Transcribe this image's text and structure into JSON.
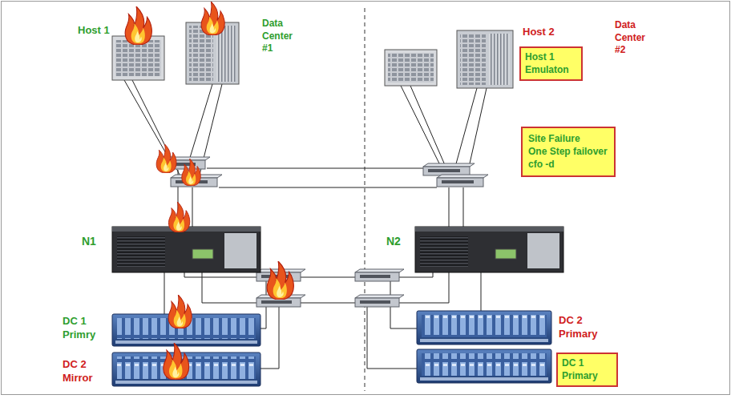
{
  "diagram": {
    "nodes": [
      {
        "text": [
          "Host 1 Emulaton"
        ]
      },
      {
        "text": [
          "Site Failure",
          "One Step failover",
          "cfo -d"
        ]
      },
      {
        "text": [
          "DC 1 Primary"
        ]
      }
    ],
    "labels": [
      "Host 1",
      "Data Center #1",
      "Host 2",
      "Data Center #2",
      "N1",
      "N2",
      "DC 1 Primry",
      "DC 2 Primary",
      "DC 2 Mirror"
    ]
  }
}
